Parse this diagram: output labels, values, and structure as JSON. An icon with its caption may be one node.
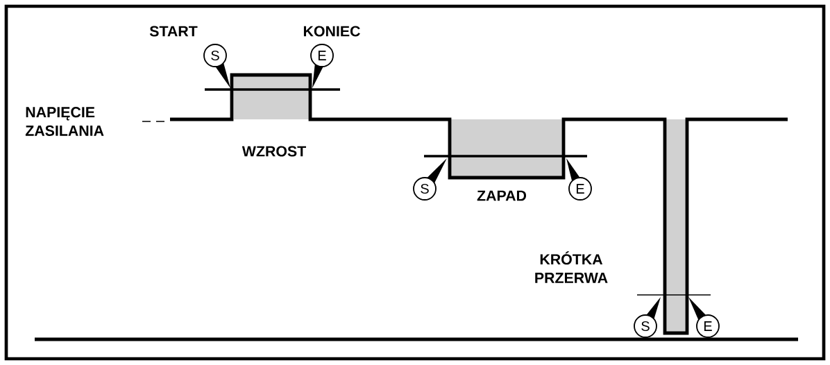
{
  "diagram": {
    "nodes": [
      {
        "text": [
          "S"
        ]
      },
      {
        "text": [
          "E"
        ]
      },
      {
        "text": [
          "S"
        ]
      },
      {
        "text": [
          "E"
        ]
      },
      {
        "text": [
          "S"
        ]
      },
      {
        "text": [
          "E"
        ]
      }
    ],
    "labels": [
      "START",
      "KONIEC",
      "NAPIĘCIE ZASILANIA",
      "WZROST",
      "ZAPAD",
      "KRÓTKA PRZERWA"
    ]
  }
}
